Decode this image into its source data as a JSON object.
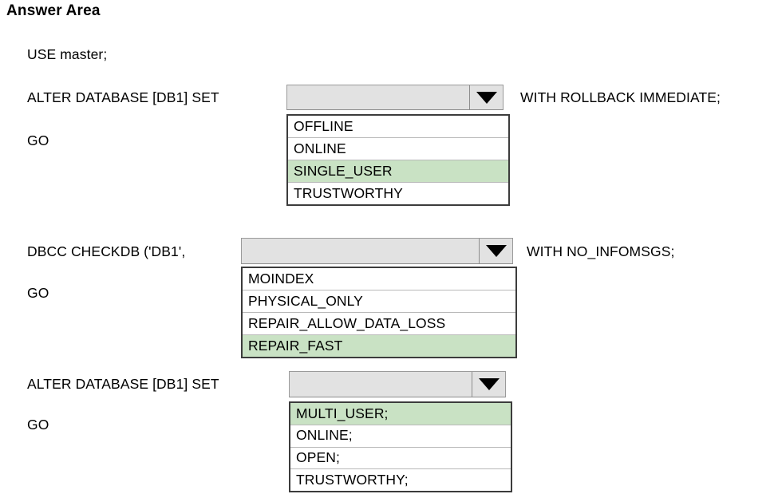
{
  "page": {
    "title": "Answer Area",
    "background": "#ffffff",
    "highlight_color": "#c9e2c4",
    "combo_background": "#e2e2e2",
    "list_border_color": "#3c3c3c"
  },
  "statements": [
    {
      "id": "use-master",
      "text": "USE master;"
    }
  ],
  "blocks": [
    {
      "id": "block-1",
      "prefix": "ALTER DATABASE [DB1] SET",
      "suffix": "WITH ROLLBACK IMMEDIATE;",
      "terminator": "GO",
      "dropdown": {
        "name": "dropdown-1",
        "value": "",
        "arrow_icon": "chevron-down-icon",
        "options": [
          {
            "label": "OFFLINE",
            "selected": false
          },
          {
            "label": "ONLINE",
            "selected": false
          },
          {
            "label": "SINGLE_USER",
            "selected": true
          },
          {
            "label": "TRUSTWORTHY",
            "selected": false
          }
        ]
      }
    },
    {
      "id": "block-2",
      "prefix": "DBCC CHECKDB ('DB1',",
      "suffix": "WITH NO_INFOMSGS;",
      "terminator": "GO",
      "dropdown": {
        "name": "dropdown-2",
        "value": "",
        "arrow_icon": "chevron-down-icon",
        "options": [
          {
            "label": "MOINDEX",
            "selected": false
          },
          {
            "label": "PHYSICAL_ONLY",
            "selected": false
          },
          {
            "label": "REPAIR_ALLOW_DATA_LOSS",
            "selected": false
          },
          {
            "label": "REPAIR_FAST",
            "selected": true
          }
        ]
      }
    },
    {
      "id": "block-3",
      "prefix": "ALTER DATABASE [DB1] SET",
      "suffix": "",
      "terminator": "GO",
      "dropdown": {
        "name": "dropdown-3",
        "value": "",
        "arrow_icon": "chevron-down-icon",
        "options": [
          {
            "label": "MULTI_USER;",
            "selected": true
          },
          {
            "label": "ONLINE;",
            "selected": false
          },
          {
            "label": "OPEN;",
            "selected": false
          },
          {
            "label": "TRUSTWORTHY;",
            "selected": false
          }
        ]
      }
    }
  ]
}
